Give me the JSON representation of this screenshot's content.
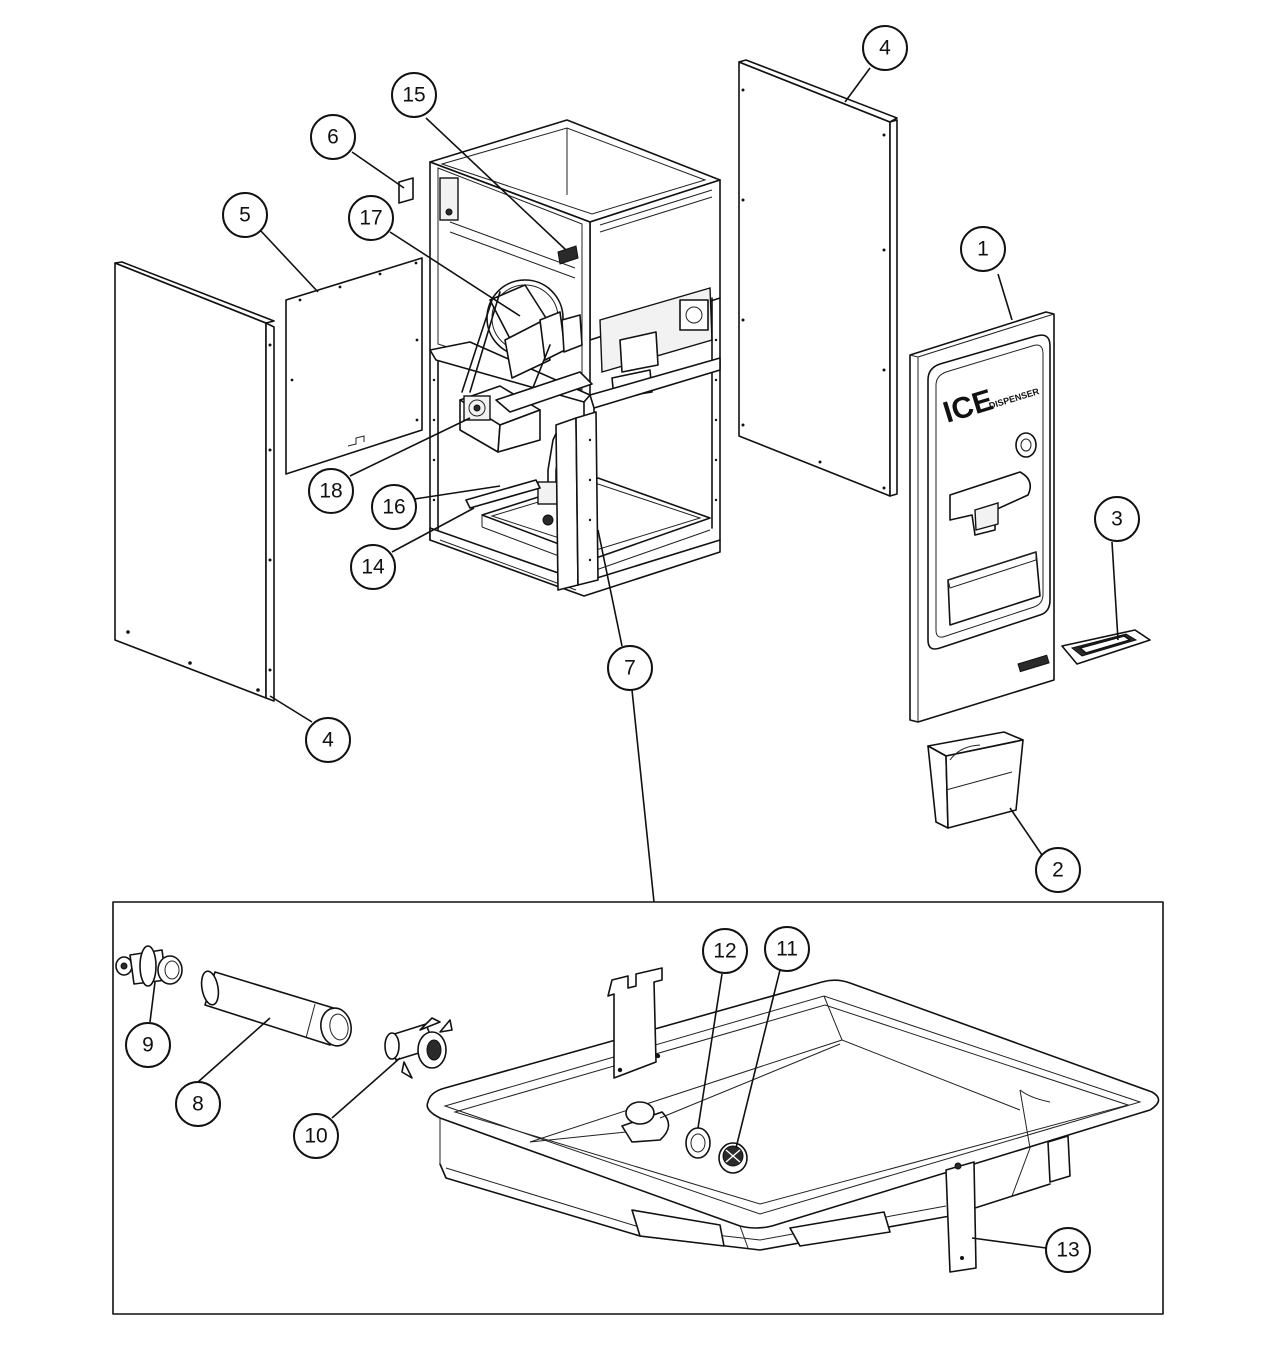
{
  "panel_text": {
    "brand_big": "ICE",
    "brand_small": "DISPENSER"
  },
  "callouts": [
    {
      "id": "c1",
      "label": "1"
    },
    {
      "id": "c2",
      "label": "2"
    },
    {
      "id": "c3",
      "label": "3"
    },
    {
      "id": "c4a",
      "label": "4"
    },
    {
      "id": "c4b",
      "label": "4"
    },
    {
      "id": "c5",
      "label": "5"
    },
    {
      "id": "c6",
      "label": "6"
    },
    {
      "id": "c7",
      "label": "7"
    },
    {
      "id": "c8",
      "label": "8"
    },
    {
      "id": "c9",
      "label": "9"
    },
    {
      "id": "c10",
      "label": "10"
    },
    {
      "id": "c11",
      "label": "11"
    },
    {
      "id": "c12",
      "label": "12"
    },
    {
      "id": "c13",
      "label": "13"
    },
    {
      "id": "c14",
      "label": "14"
    },
    {
      "id": "c15",
      "label": "15"
    },
    {
      "id": "c16",
      "label": "16"
    },
    {
      "id": "c17",
      "label": "17"
    },
    {
      "id": "c18",
      "label": "18"
    }
  ]
}
